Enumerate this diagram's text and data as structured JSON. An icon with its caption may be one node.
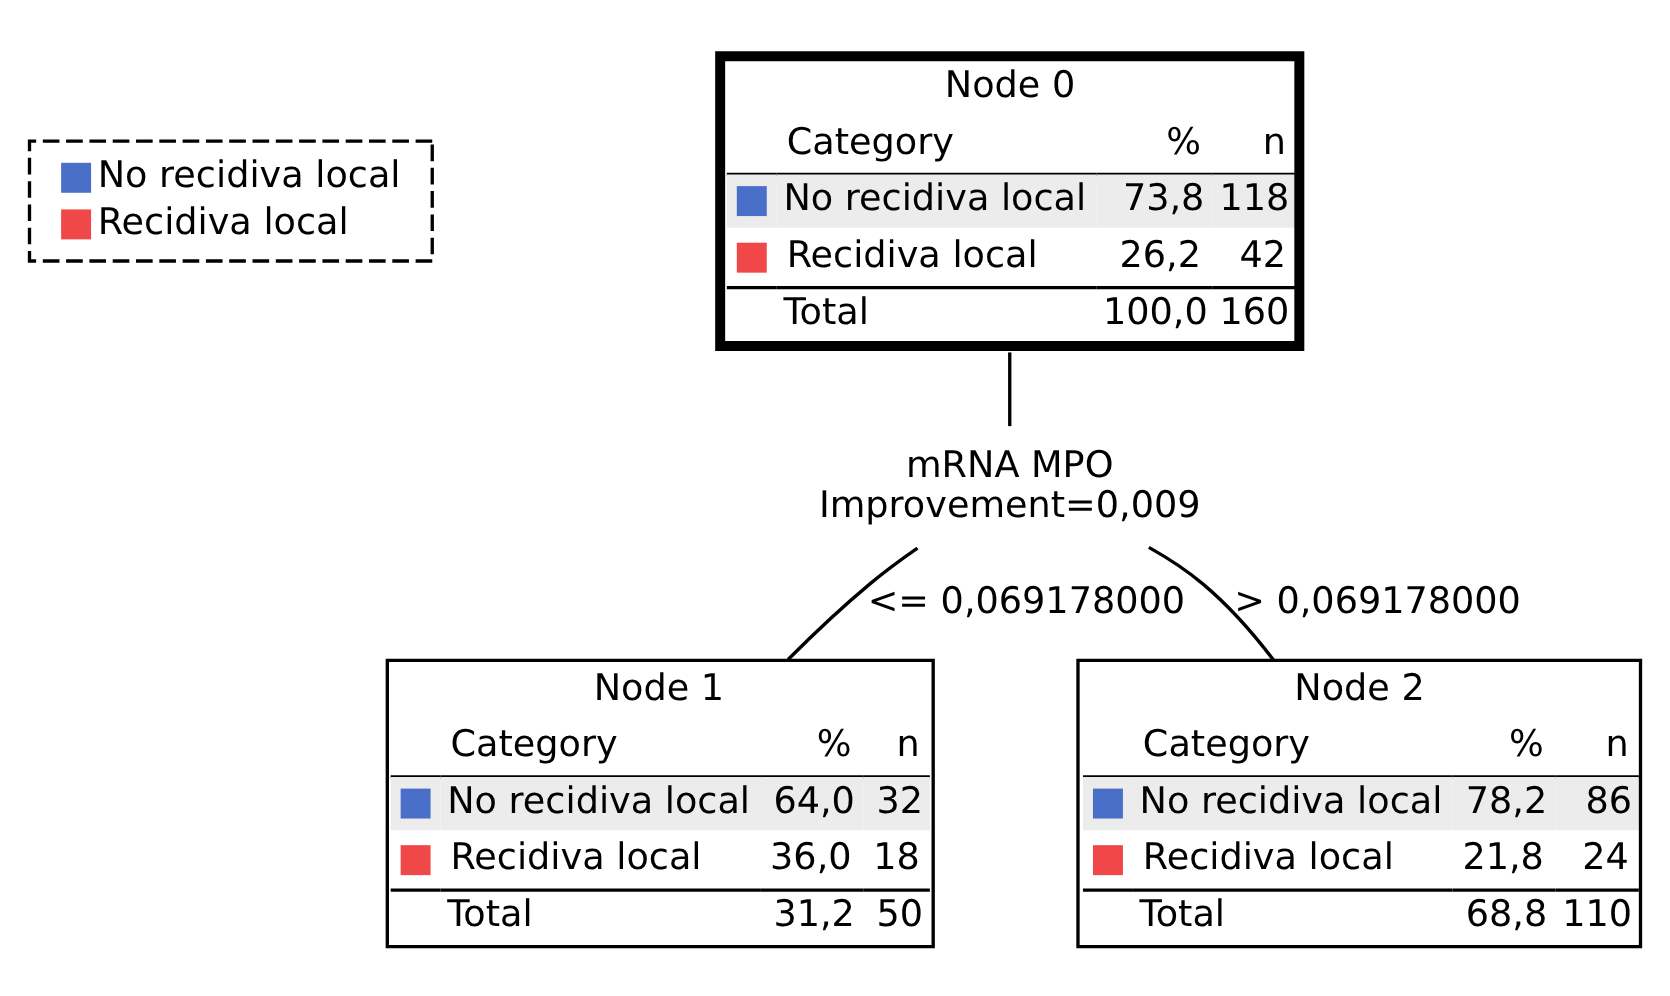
{
  "diagram": {
    "nodes": [
      {
        "text": [
          "Node 0",
          "Category",
          "%",
          "n",
          "No recidiva local",
          "73,8",
          "118",
          "Recidiva local",
          "26,2",
          "42",
          "Total",
          "100,0",
          "160"
        ]
      },
      {
        "text": [
          "mRNA MPO",
          "Improvement=0,009"
        ]
      },
      {
        "text": [
          "Node 1",
          "Category",
          "%",
          "n",
          "No recidiva local",
          "64,0",
          "32",
          "Recidiva local",
          "36,0",
          "18",
          "Total",
          "31,2",
          "50"
        ]
      },
      {
        "text": [
          "Node 2",
          "Category",
          "%",
          "n",
          "No recidiva local",
          "78,2",
          "86",
          "Recidiva local",
          "21,8",
          "24",
          "Total",
          "68,8",
          "110"
        ]
      }
    ],
    "edges": [
      {
        "from": 0,
        "to": 1,
        "arrow": "none"
      },
      {
        "from": 1,
        "to": 2,
        "arrow": "none",
        "label": "<= 0,069178000"
      },
      {
        "from": 1,
        "to": 3,
        "arrow": "none",
        "label": "> 0,069178000"
      }
    ],
    "legend": [
      {
        "text": "No recidiva local",
        "color": "#4a6fc8"
      },
      {
        "text": "Recidiva local",
        "color": "#f04848"
      }
    ]
  }
}
